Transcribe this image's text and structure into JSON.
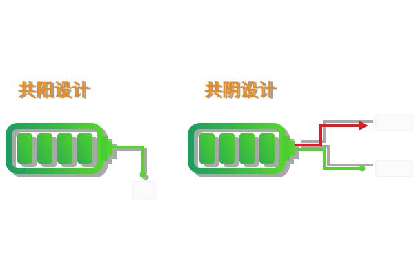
{
  "titles": {
    "left": "共阳设计",
    "right": "共阴设计"
  },
  "diagram": {
    "left_battery": {
      "design": "共阳设计",
      "cell_count": 4,
      "wire": {
        "color_name": "green",
        "endpoint": "dot",
        "connects_to": "connector-box"
      },
      "connector_label_text": ""
    },
    "right_battery": {
      "design": "共阴设计",
      "cell_count": 4,
      "wires": [
        {
          "color_name": "red",
          "endpoint": "arrow",
          "connects_to": "top-label-box",
          "label_text": ""
        },
        {
          "color_name": "green",
          "endpoint": "dot",
          "connects_to": "bottom-label-box",
          "label_text": ""
        }
      ]
    }
  },
  "colors": {
    "background": "#FFFFFF",
    "title_orange": "#EF8A12",
    "title_shadow_gray": "#9E9E9E",
    "battery_gradient_start": "#1D9E5F",
    "battery_gradient_end": "#53D62B",
    "cell_gradient_start": "#2FAE4E",
    "cell_gradient_end": "#4FD32A",
    "wire_green": "#55D42C",
    "wire_red": "#DF1B23",
    "shadow_gray": "#A8A8A8",
    "label_box_fill": "#FBFBFB",
    "label_box_border": "#EBEBEB"
  }
}
